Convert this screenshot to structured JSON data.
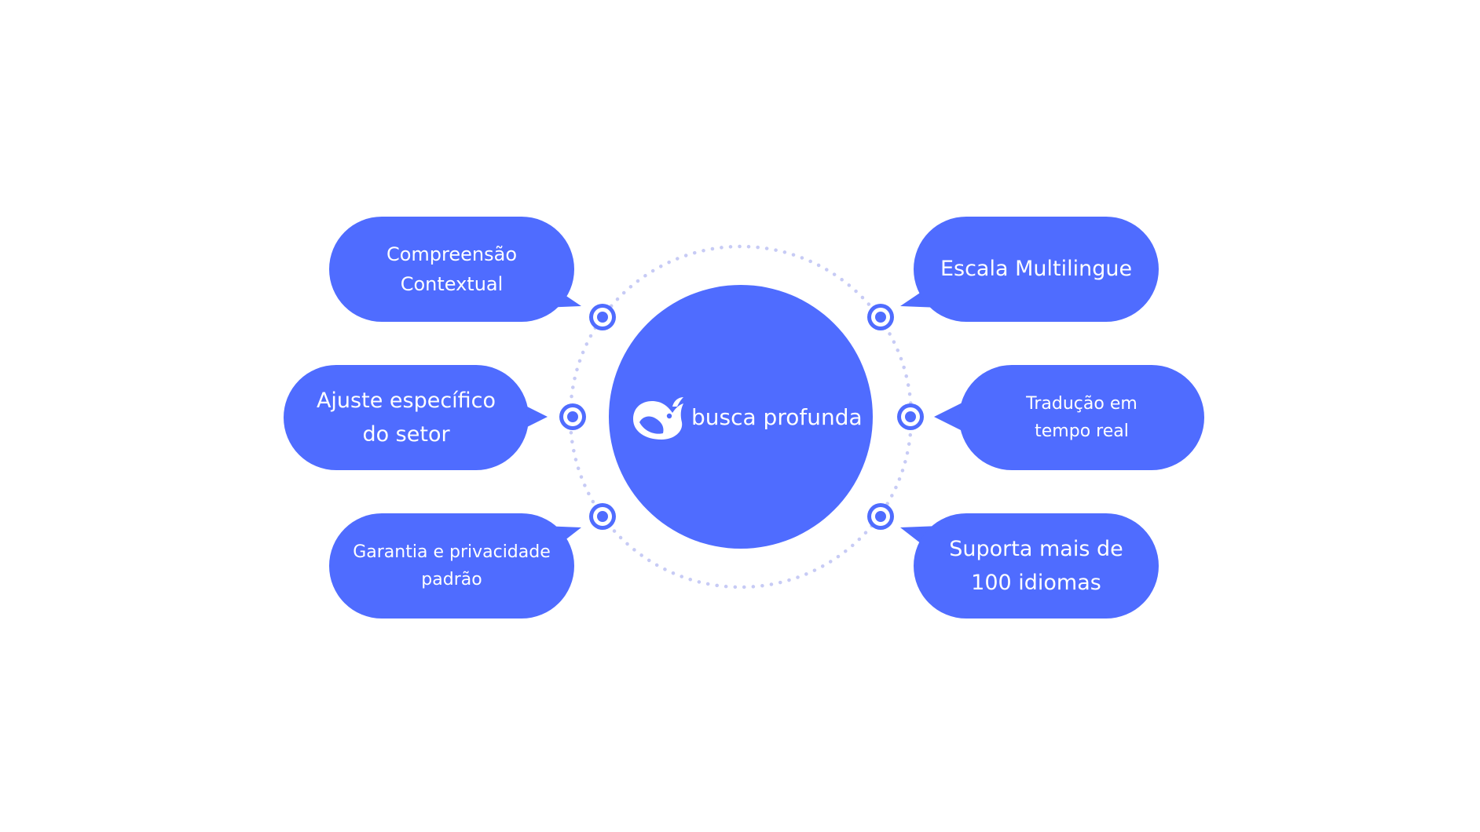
{
  "colors": {
    "accent": "#4f6cff",
    "ring_dots": "#c7cbf5",
    "background": "#ffffff",
    "text_on_accent": "#ffffff"
  },
  "hub": {
    "label": "busca profunda",
    "logo_icon": "whale-icon"
  },
  "features": {
    "top_left": "Compreensão Contextual",
    "middle_left": "Ajuste específico do setor",
    "bottom_left": "Garantia e privacidade padrão",
    "top_right": "Escala Multilingue",
    "middle_right": "Tradução em tempo real",
    "bottom_right": "Suporta mais de 100 idiomas"
  }
}
